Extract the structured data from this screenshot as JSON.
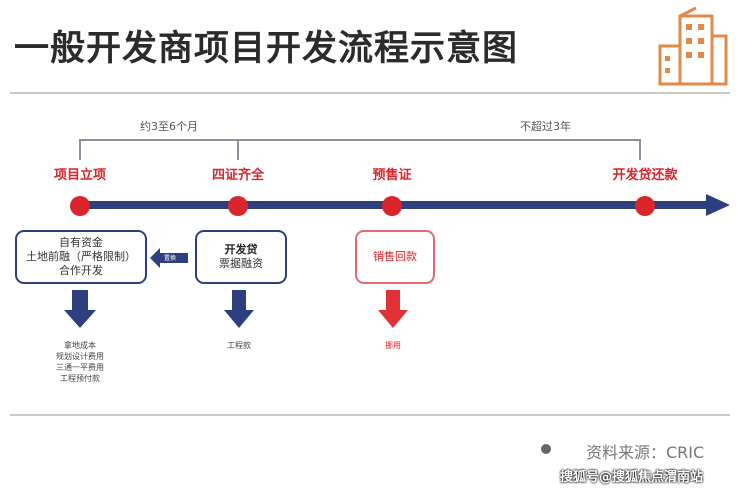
{
  "title": "一般开发商项目开发流程示意图",
  "durations": {
    "first": "约3至6个月",
    "second": "不超过3年"
  },
  "stages": [
    "项目立项",
    "四证齐全",
    "预售证",
    "开发贷还款"
  ],
  "boxes": {
    "self_funds": [
      "自有资金",
      "土地前融（严格限制）",
      "合作开发"
    ],
    "dev_loan": {
      "title": "开发贷",
      "subtitle": "票据融资"
    },
    "sales": "销售回款"
  },
  "replace_label": "置换",
  "uses": {
    "self_funds": [
      "拿地成本",
      "规划设计费用",
      "三通一平费用",
      "工程预付款"
    ],
    "dev_loan": "工程款",
    "sales": "挪用"
  },
  "source": "资料来源：CRIC",
  "watermark": "搜狐号@搜狐焦点渭南站",
  "colors": {
    "blue": "#2d3f7e",
    "red": "#d9252b",
    "orange": "#e08a4a"
  }
}
